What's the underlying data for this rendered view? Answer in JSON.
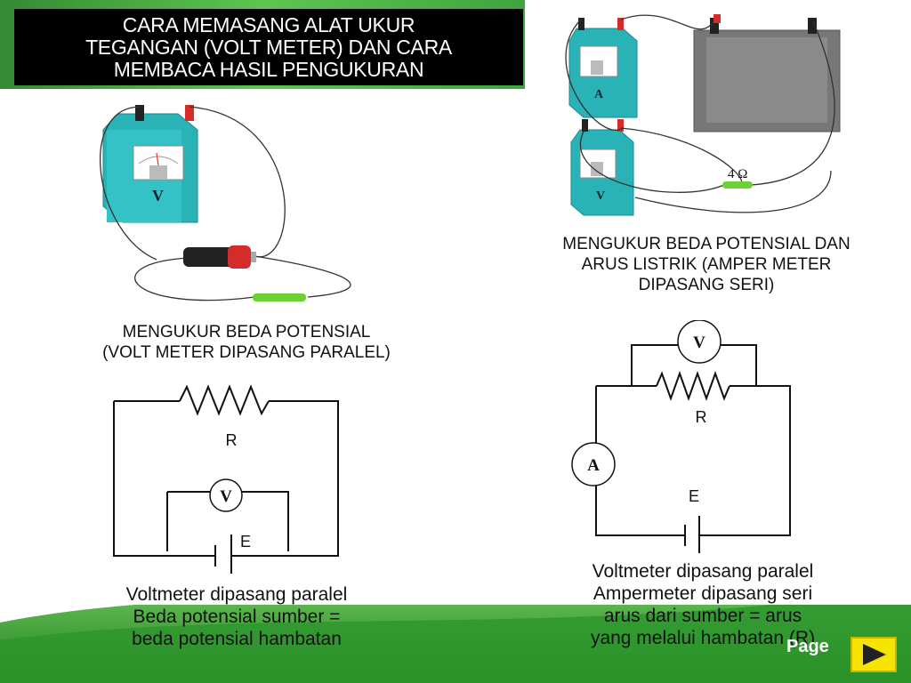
{
  "slide": {
    "title_lines": [
      "CARA MEMASANG ALAT UKUR",
      "TEGANGAN  (VOLT METER) DAN CARA",
      "MEMBACA HASIL PENGUKURAN"
    ],
    "left_caption_lines": [
      "MENGUKUR BEDA POTENSIAL",
      "(VOLT METER DIPASANG PARALEL)"
    ],
    "right_caption_lines": [
      "MENGUKUR BEDA POTENSIAL DAN",
      "ARUS LISTRIK (AMPER METER",
      "DIPASANG SERI)"
    ],
    "left_note_lines": [
      "Voltmeter dipasang paralel",
      "Beda potensial sumber =",
      "beda potensial hambatan"
    ],
    "right_note_lines": [
      "Voltmeter dipasang paralel",
      "Ampermeter dipasang seri",
      "arus dari sumber = arus",
      "yang melalui hambatan (R)"
    ],
    "page_label": "Page",
    "resistor_value_label": "4 Ω"
  },
  "circuit_left": {
    "resistor_label": "R",
    "voltmeter_label": "V",
    "source_label": "E"
  },
  "circuit_right": {
    "resistor_label": "R",
    "voltmeter_label": "V",
    "ammeter_label": "A",
    "source_label": "E"
  },
  "meters": {
    "voltmeter_letter": "V",
    "ammeter_letter": "A"
  },
  "colors": {
    "meter_body": "#2ab3b7",
    "banner_green": "#2f9a2f",
    "title_bg": "#000000",
    "next_button": "#f5e400"
  }
}
